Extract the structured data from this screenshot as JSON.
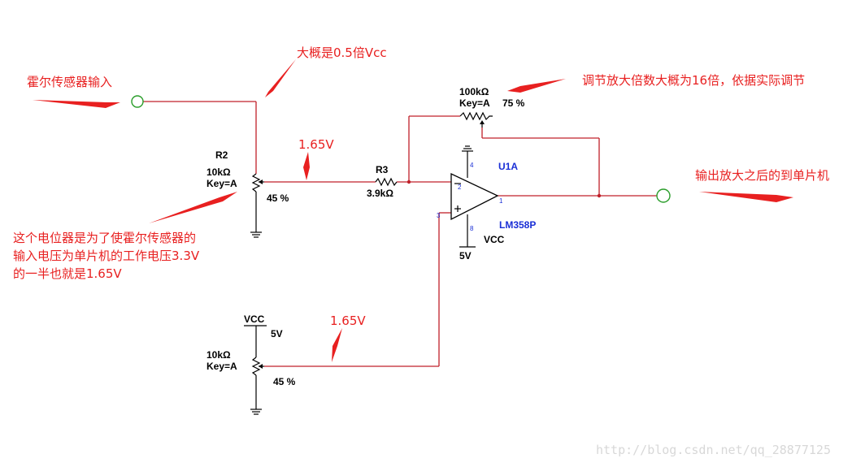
{
  "annotations": {
    "hall_input": "霍尔传感器输入",
    "half_vcc": "大概是0.5倍Vcc",
    "gain_note": "调节放大倍数大概为16倍，依据实际调节",
    "output_note": "输出放大之后的到单片机",
    "pot_note_line1": "这个电位器是为了使霍尔传感器的",
    "pot_note_line2": "输入电压为单片机的工作电压3.3V",
    "pot_note_line3": "的一半也就是1.65V",
    "volt_top": "1.65V",
    "volt_bottom": "1.65V"
  },
  "components": {
    "r2": {
      "name": "R2",
      "value": "10kΩ",
      "key": "Key=A",
      "percent": "45 %"
    },
    "r3": {
      "name": "R3",
      "value": "3.9kΩ"
    },
    "feedback": {
      "value": "100kΩ",
      "key": "Key=A",
      "percent": "75 %"
    },
    "bottom_pot": {
      "value": "10kΩ",
      "key": "Key=A",
      "percent": "45 %"
    },
    "opamp": {
      "name": "U1A",
      "part": "LM358P",
      "pin_in_neg": "2",
      "pin_in_pos": "3",
      "pin_out": "1",
      "pin_vplus": "4",
      "pin_vminus": "8"
    },
    "supply_op": {
      "name": "VCC",
      "voltage": "5V"
    },
    "supply_pot": {
      "name": "VCC",
      "voltage": "5V"
    }
  },
  "watermark": "http://blog.csdn.net/qq_28877125",
  "colors": {
    "wire": "#c0202a",
    "annotation": "#e82020",
    "part_label": "#1a2fd6",
    "terminal": "#2a9d2a"
  },
  "icons": [
    "input-terminal-icon",
    "output-terminal-icon",
    "ground-icon",
    "potentiometer-icon",
    "resistor-icon",
    "opamp-icon",
    "arrow-icon"
  ]
}
